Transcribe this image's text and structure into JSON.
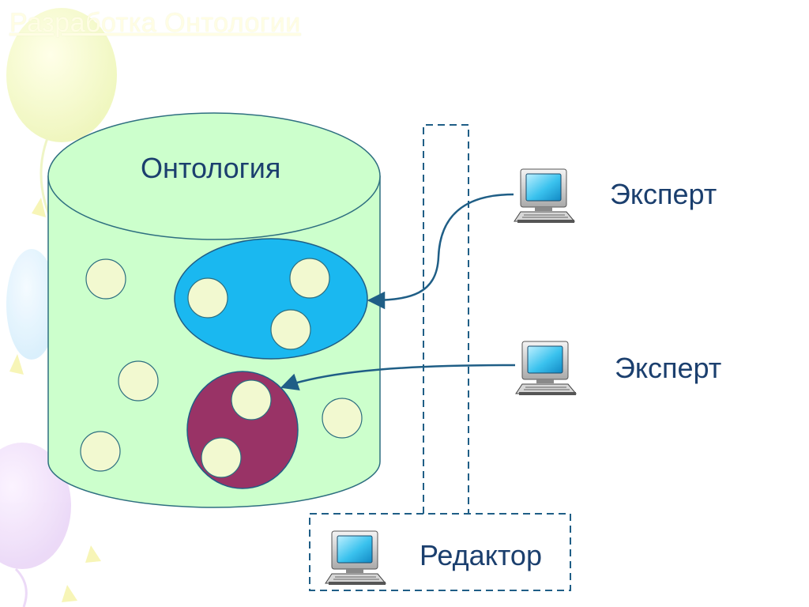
{
  "slide": {
    "title": "Разработка Онтологии"
  },
  "diagram": {
    "ontology_label": "Онтология",
    "experts": [
      {
        "label": "Эксперт",
        "icon": "computer-icon"
      },
      {
        "label": "Эксперт",
        "icon": "computer-icon"
      }
    ],
    "editor": {
      "label": "Редактор",
      "icon": "computer-icon"
    }
  },
  "colors": {
    "cylinder_fill": "#ccffcc",
    "cylinder_stroke": "#2e6f80",
    "blue_group": "#1ab8f0",
    "purple_group": "#993366",
    "concept_fill": "#f2f9d0",
    "connector": "#1f5e86",
    "dashed_frame": "#1f5e86",
    "text": "#1b3f6e"
  }
}
